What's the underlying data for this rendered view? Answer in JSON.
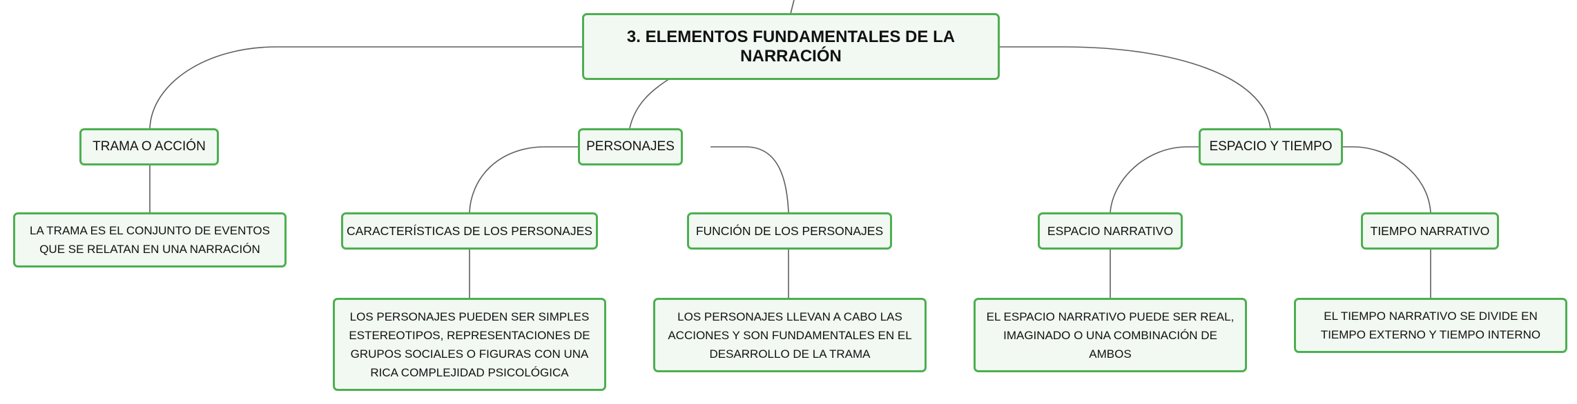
{
  "colors": {
    "node_border": "#4caf50",
    "node_fill": "#f1f9f2",
    "connector": "#5e5e5e"
  },
  "root": {
    "label": "3. ELEMENTOS FUNDAMENTALES DE LA NARRACIÓN"
  },
  "branches": {
    "trama": {
      "label": "TRAMA O ACCIÓN",
      "detail": "LA TRAMA ES EL CONJUNTO DE EVENTOS QUE SE RELATAN EN UNA NARRACIÓN"
    },
    "personajes": {
      "label": "PERSONAJES",
      "caracteristicas": {
        "label": "CARACTERÍSTICAS DE LOS PERSONAJES",
        "detail": "LOS PERSONAJES PUEDEN SER SIMPLES ESTEREOTIPOS, REPRESENTACIONES DE GRUPOS SOCIALES O FIGURAS CON UNA RICA COMPLEJIDAD PSICOLÓGICA"
      },
      "funcion": {
        "label": "FUNCIÓN DE LOS PERSONAJES",
        "detail": "LOS PERSONAJES LLEVAN A CABO LAS ACCIONES Y SON FUNDAMENTALES EN EL DESARROLLO DE LA TRAMA"
      }
    },
    "espacio_tiempo": {
      "label": "ESPACIO Y TIEMPO",
      "espacio": {
        "label": "ESPACIO NARRATIVO",
        "detail": "EL ESPACIO NARRATIVO PUEDE SER REAL, IMAGINADO O UNA COMBINACIÓN DE AMBOS"
      },
      "tiempo": {
        "label": "TIEMPO NARRATIVO",
        "detail": "EL TIEMPO NARRATIVO SE DIVIDE EN TIEMPO EXTERNO Y TIEMPO INTERNO"
      }
    }
  }
}
